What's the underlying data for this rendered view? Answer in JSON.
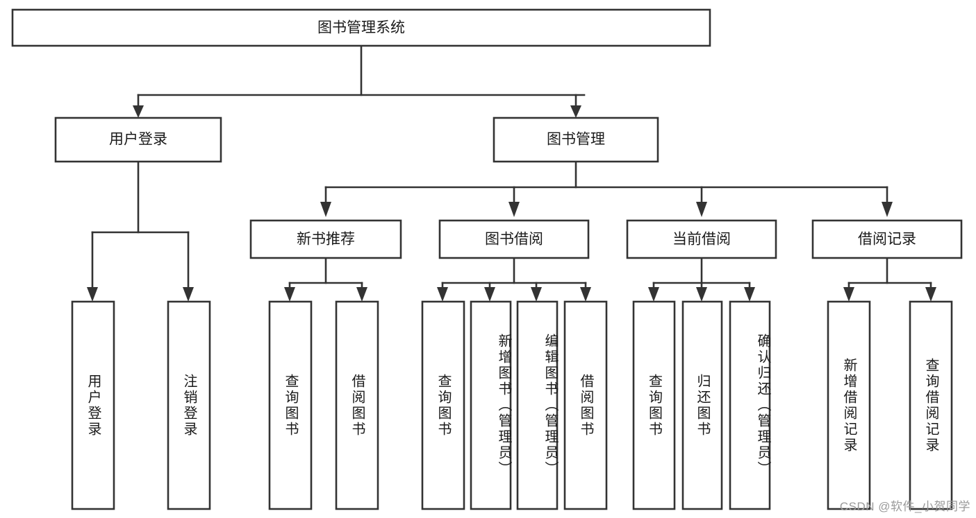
{
  "diagram": {
    "type": "hierarchy-tree",
    "title": "图书管理系统",
    "watermark": "CSDN @软件_小贺同学",
    "colors": {
      "stroke": "#333333",
      "box_fill": "#ffffff",
      "text": "#1a1a1a",
      "background": "#ffffff",
      "watermark": "#9a9a9a"
    },
    "root": {
      "label": "图书管理系统",
      "orientation": "horizontal"
    },
    "level2": [
      {
        "label": "用户登录",
        "orientation": "horizontal"
      },
      {
        "label": "图书管理",
        "orientation": "horizontal"
      }
    ],
    "level3": [
      {
        "label": "新书推荐",
        "orientation": "horizontal",
        "parent": "图书管理"
      },
      {
        "label": "图书借阅",
        "orientation": "horizontal",
        "parent": "图书管理"
      },
      {
        "label": "当前借阅",
        "orientation": "horizontal",
        "parent": "图书管理"
      },
      {
        "label": "借阅记录",
        "orientation": "horizontal",
        "parent": "图书管理"
      }
    ],
    "leaves": [
      {
        "label": "用户登录",
        "parent": "用户登录",
        "orientation": "vertical"
      },
      {
        "label": "注销登录",
        "parent": "用户登录",
        "orientation": "vertical"
      },
      {
        "label": "查询图书",
        "parent": "新书推荐",
        "orientation": "vertical"
      },
      {
        "label": "借阅图书",
        "parent": "新书推荐",
        "orientation": "vertical"
      },
      {
        "label": "查询图书",
        "parent": "图书借阅",
        "orientation": "vertical"
      },
      {
        "label": "新增图书（管理员）",
        "parent": "图书借阅",
        "orientation": "vertical"
      },
      {
        "label": "编辑图书（管理员）",
        "parent": "图书借阅",
        "orientation": "vertical"
      },
      {
        "label": "借阅图书",
        "parent": "图书借阅",
        "orientation": "vertical"
      },
      {
        "label": "查询图书",
        "parent": "当前借阅",
        "orientation": "vertical"
      },
      {
        "label": "归还图书",
        "parent": "当前借阅",
        "orientation": "vertical"
      },
      {
        "label": "确认归还（管理员）",
        "parent": "当前借阅",
        "orientation": "vertical"
      },
      {
        "label": "新增借阅记录",
        "parent": "借阅记录",
        "orientation": "vertical"
      },
      {
        "label": "查询借阅记录",
        "parent": "借阅记录",
        "orientation": "vertical"
      }
    ]
  }
}
